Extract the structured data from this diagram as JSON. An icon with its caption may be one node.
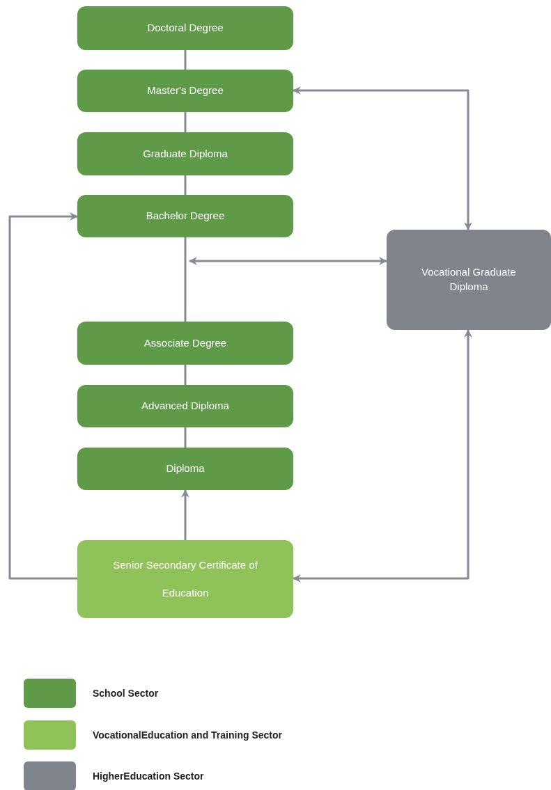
{
  "diagram": {
    "nodes": [
      {
        "text": [
          "Doctoral Degree"
        ]
      },
      {
        "text": [
          "Master's Degree"
        ]
      },
      {
        "text": [
          "Graduate Diploma"
        ]
      },
      {
        "text": [
          "Bachelor Degree"
        ]
      },
      {
        "text": [
          "Associate Degree"
        ]
      },
      {
        "text": [
          "Advanced Diploma"
        ]
      },
      {
        "text": [
          "Diploma"
        ]
      },
      {
        "text": [
          "Senior Secondary Certificate of Education"
        ]
      },
      {
        "text": [
          "Vocational Graduate Diploma"
        ]
      }
    ],
    "edges": [
      {
        "from": 0,
        "to": 1,
        "arrow": "none"
      },
      {
        "from": 1,
        "to": 2,
        "arrow": "none"
      },
      {
        "from": 2,
        "to": 3,
        "arrow": "none"
      },
      {
        "from": 3,
        "to": 4,
        "arrow": "none"
      },
      {
        "from": 4,
        "to": 5,
        "arrow": "none"
      },
      {
        "from": 5,
        "to": 6,
        "arrow": "none"
      },
      {
        "from": 7,
        "to": 6,
        "arrow": "to"
      },
      {
        "from": 7,
        "to": 3,
        "arrow": "to"
      },
      {
        "from": 1,
        "to": 8,
        "arrow": "both"
      },
      {
        "from": null,
        "to": 8,
        "arrow": "both"
      },
      {
        "from": 8,
        "to": 7,
        "arrow": "both"
      }
    ],
    "legend": [
      {
        "text": "School Sector",
        "color": "#5e9a48"
      },
      {
        "text": "VocationalEducation and Training Sector",
        "color": "#8fc35a"
      },
      {
        "text": "HigherEducation Sector",
        "color": "#7f848d"
      }
    ]
  }
}
